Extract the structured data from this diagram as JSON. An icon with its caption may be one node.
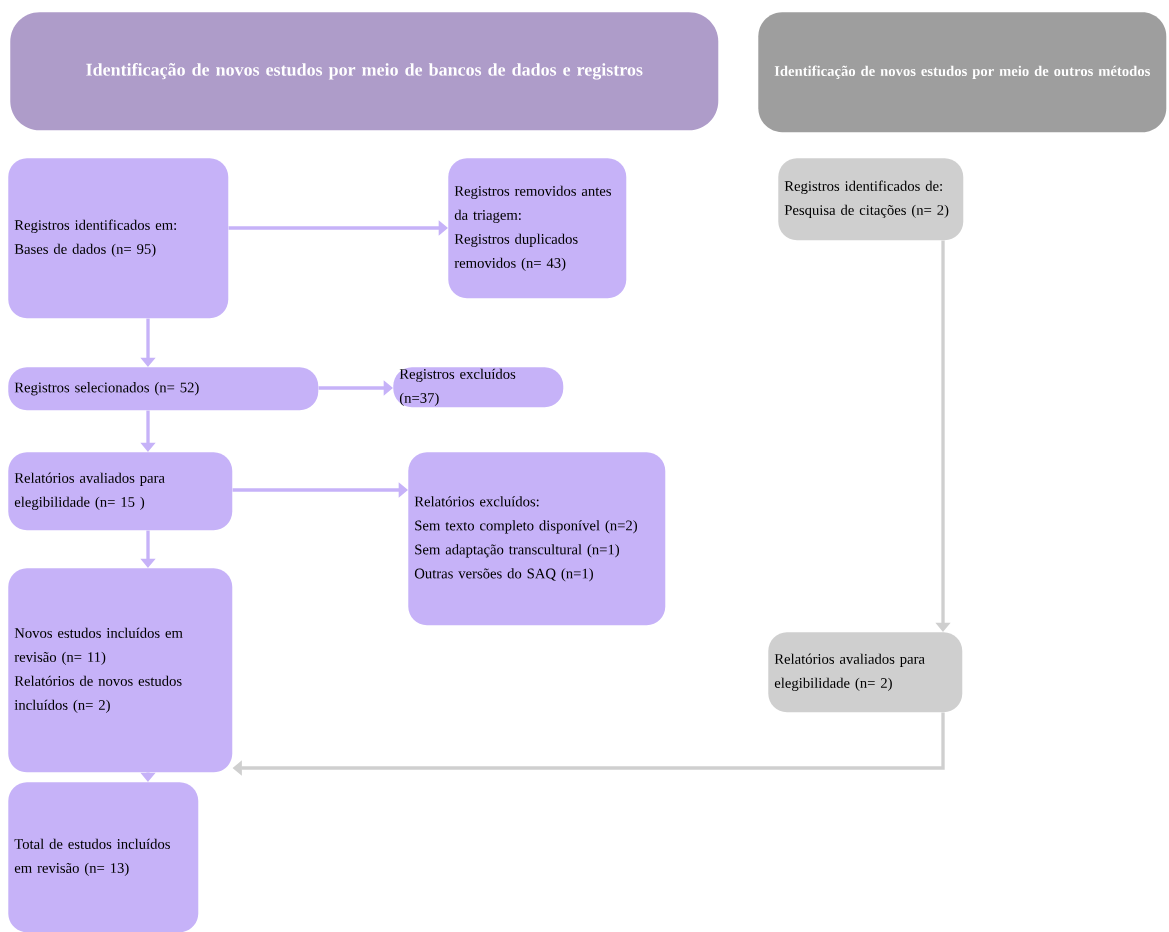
{
  "diagram": {
    "nodes": [
      {
        "text": [
          "Identificação de novos estudos por meio de bancos de dados e registros"
        ]
      },
      {
        "text": [
          "Identificação de novos estudos por meio de outros métodos"
        ]
      },
      {
        "text": [
          "Registros identificados em:",
          "Bases de dados (n= 95)"
        ]
      },
      {
        "text": [
          "Registros removidos antes da triagem:",
          "Registros duplicados removidos (n= 43)"
        ]
      },
      {
        "text": [
          "Registros identificados de:",
          "Pesquisa de citações (n= 2)"
        ]
      },
      {
        "text": [
          "Registros selecionados (n= 52)"
        ]
      },
      {
        "text": [
          "Registros excluídos (n=37)"
        ]
      },
      {
        "text": [
          "Relatórios avaliados para elegibilidade  (n= 15 )"
        ]
      },
      {
        "text": [
          "Relatórios excluídos:",
          "Sem texto completo disponível (n=2)",
          "Sem adaptação transcultural  (n=1)",
          "Outras versões do SAQ (n=1)"
        ]
      },
      {
        "text": [
          "Relatórios avaliados para elegibilidade  (n= 2)"
        ]
      },
      {
        "text": [
          "Novos estudos incluídos em revisão (n= 11)",
          "Relatórios de novos estudos incluídos (n= 2)"
        ]
      },
      {
        "text": [
          "Total de estudos incluídos em revisão (n= 13)"
        ]
      }
    ],
    "edges": [
      {
        "from": 2,
        "to": 3,
        "arrow": "to"
      },
      {
        "from": 2,
        "to": 5,
        "arrow": "to"
      },
      {
        "from": 5,
        "to": 6,
        "arrow": "to"
      },
      {
        "from": 5,
        "to": 7,
        "arrow": "to"
      },
      {
        "from": 7,
        "to": 8,
        "arrow": "to"
      },
      {
        "from": 7,
        "to": 10,
        "arrow": "to"
      },
      {
        "from": 4,
        "to": 9,
        "arrow": "to",
        "color": "#cfcfcf"
      },
      {
        "from": 9,
        "to": 10,
        "arrow": "to",
        "color": "#cfcfcf"
      },
      {
        "from": 10,
        "to": 11,
        "arrow": "to"
      }
    ]
  }
}
